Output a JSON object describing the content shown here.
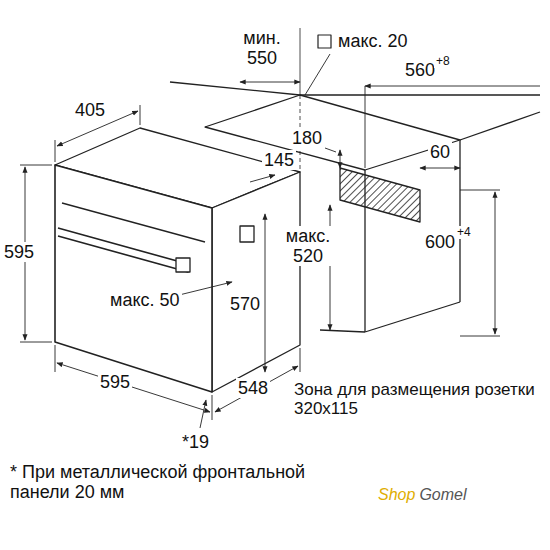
{
  "diagram": {
    "labels": [
      "мин. 550",
      "макс. 20",
      "560",
      "+8",
      "405",
      "180",
      "60",
      "145",
      "595",
      "макс. 520",
      "600",
      "+4",
      "570",
      "макс. 50",
      "595",
      "548",
      "Зона для размещения розетки 320x115",
      "*19",
      "* При металлической фронтальной панели 20 мм",
      "Shop",
      "Gomel"
    ]
  }
}
